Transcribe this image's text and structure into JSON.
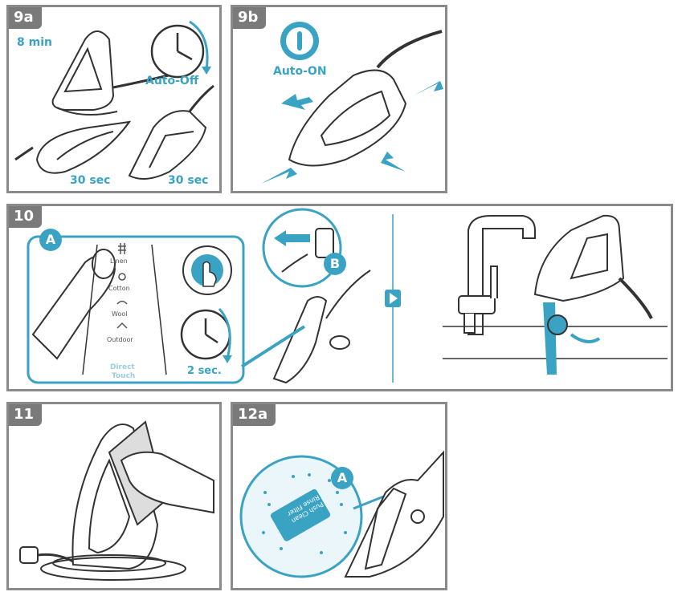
{
  "panels": {
    "p9a": {
      "tag": "9a",
      "time_upright": "8 min",
      "auto_off": "Auto-Off",
      "time_flat": "30 sec",
      "time_side": "30 sec"
    },
    "p9b": {
      "tag": "9b",
      "auto_on": "Auto-ON"
    },
    "p10": {
      "tag": "10",
      "callout_a": "A",
      "callout_b": "B",
      "hold_time": "2 sec.",
      "modes": [
        "Linen",
        "Cotton",
        "Wool",
        "Outdoor"
      ],
      "direct_touch_1": "Direct",
      "direct_touch_2": "Touch"
    },
    "p11": {
      "tag": "11"
    },
    "p12a": {
      "tag": "12a",
      "callout_a": "A",
      "screen_line1": "Push Clean",
      "screen_line2": "Rinse Filter"
    }
  },
  "colors": {
    "accent": "#3aa3c4",
    "frame": "#8a8a8a",
    "ink": "#333333"
  }
}
